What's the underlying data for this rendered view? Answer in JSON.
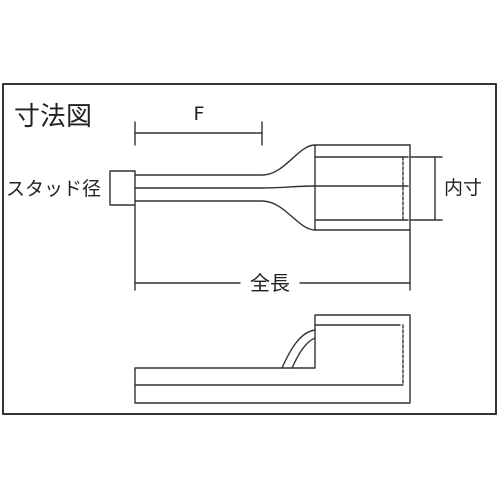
{
  "diagram": {
    "title": "寸法図",
    "labels": {
      "f": "F",
      "stud_diameter": "スタッド径",
      "inner_size": "内寸",
      "total_length": "全長"
    },
    "colors": {
      "stroke": "#333333",
      "text": "#222222",
      "background": "#ffffff"
    }
  }
}
